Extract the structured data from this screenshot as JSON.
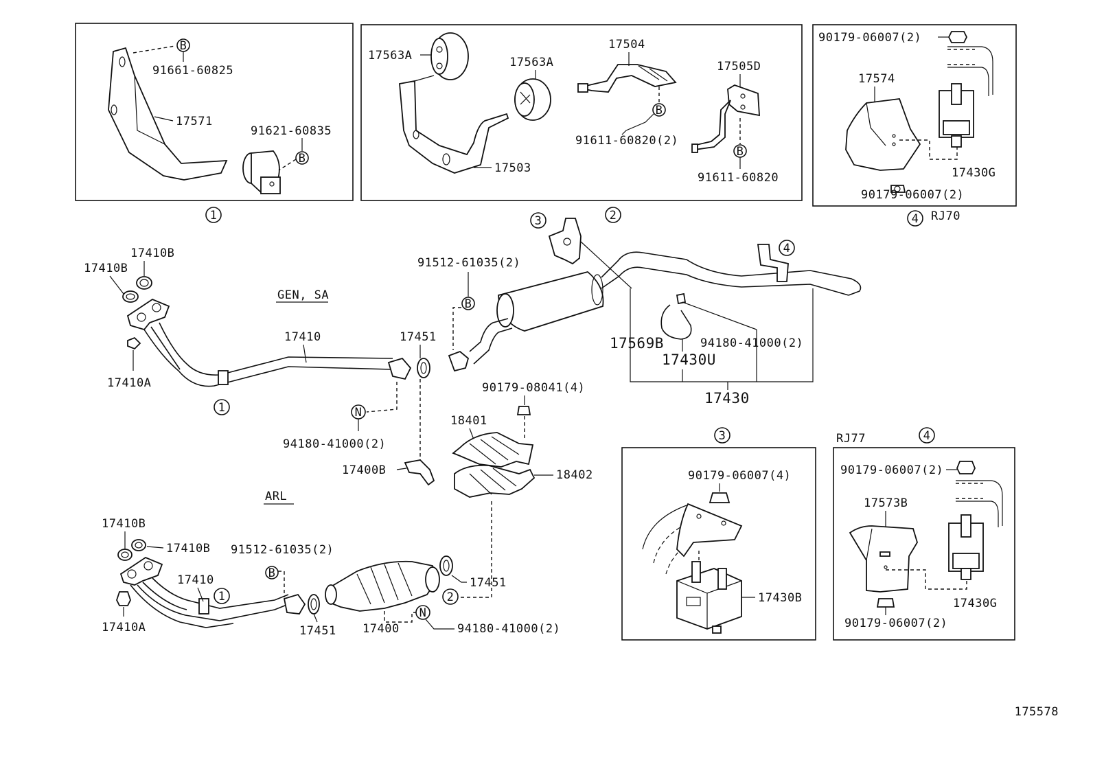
{
  "diagram_id": "175578",
  "section_labels": {
    "gen_sa": "GEN, SA",
    "arl": "ARL",
    "rj70": "RJ70",
    "rj77": "RJ77"
  },
  "callout_symbols": {
    "c1": "1",
    "c2": "2",
    "c3": "3",
    "c4": "4",
    "bolt": "B",
    "nut": "N"
  },
  "labels": {
    "p91661_60825": "91661-60825",
    "p17571": "17571",
    "p91621_60835": "91621-60835",
    "p17563A_a": "17563A",
    "p17563A_b": "17563A",
    "p17504": "17504",
    "p17505D": "17505D",
    "p91611_60820_2": "91611-60820(2)",
    "p91611_60820": "91611-60820",
    "p17503": "17503",
    "p90179_06007_2_top": "90179-06007(2)",
    "p17574": "17574",
    "p17430G_top": "17430G",
    "p90179_06007_2_bot": "90179-06007(2)",
    "p17410B_a": "17410B",
    "p17410B_b": "17410B",
    "p91512_61035_2_top": "91512-61035(2)",
    "p17410A_top": "17410A",
    "p17410_top": "17410",
    "p17451_top": "17451",
    "p17569B": "17569B",
    "p94180_41000_2_right": "94180-41000(2)",
    "p17430U": "17430U",
    "p17430": "17430",
    "p94180_41000_2_mid": "94180-41000(2)",
    "p90179_08041_4": "90179-08041(4)",
    "p18401": "18401",
    "p17400B": "17400B",
    "p18402": "18402",
    "p90179_06007_4": "90179-06007(4)",
    "p17430B": "17430B",
    "p90179_06007_2_rj77_top": "90179-06007(2)",
    "p17573B": "17573B",
    "p17430G_rj77": "17430G",
    "p90179_06007_2_rj77_bot": "90179-06007(2)",
    "p17410B_c": "17410B",
    "p17410B_d": "17410B",
    "p91512_61035_2_bot": "91512-61035(2)",
    "p17410_bot": "17410",
    "p17410A_bot": "17410A",
    "p17451_bot": "17451",
    "p17400": "17400",
    "p17451_right": "17451",
    "p94180_41000_2_bot": "94180-41000(2)"
  }
}
